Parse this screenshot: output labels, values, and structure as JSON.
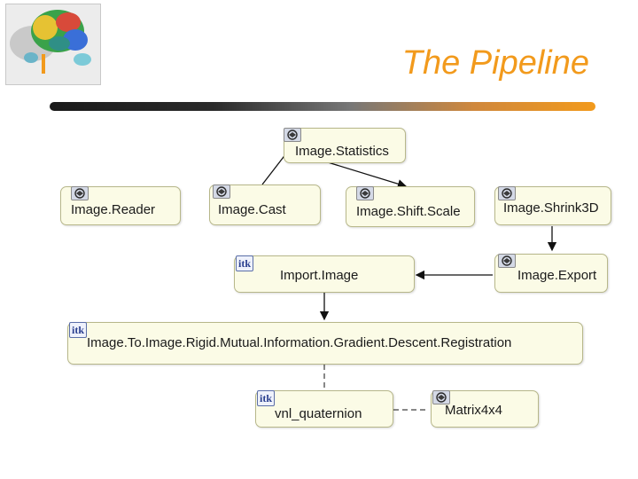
{
  "slide": {
    "title": "The Pipeline"
  },
  "itk_badge": "itk",
  "nodes": {
    "image_statistics": "Image.Statistics",
    "image_reader": "Image.Reader",
    "image_cast": "Image.Cast",
    "image_shift_scale": "Image.Shift.Scale",
    "image_shrink_3d": "Image.Shrink3D",
    "import_image": "Import.Image",
    "image_export": "Image.Export",
    "registration": "Image.To.Image.Rigid.Mutual.Information.Gradient.Descent.Registration",
    "vnl_quaternion": "vnl_quaternion",
    "matrix4x4": "Matrix4x4"
  },
  "icons": {
    "vtk": "vtk-icon",
    "itk": "itk-badge",
    "logo": "brain-logo"
  },
  "colors": {
    "title": "#f29a1c",
    "node_fill": "#fbfbe6",
    "node_border": "#b7b78a",
    "arrow": "#111111"
  }
}
